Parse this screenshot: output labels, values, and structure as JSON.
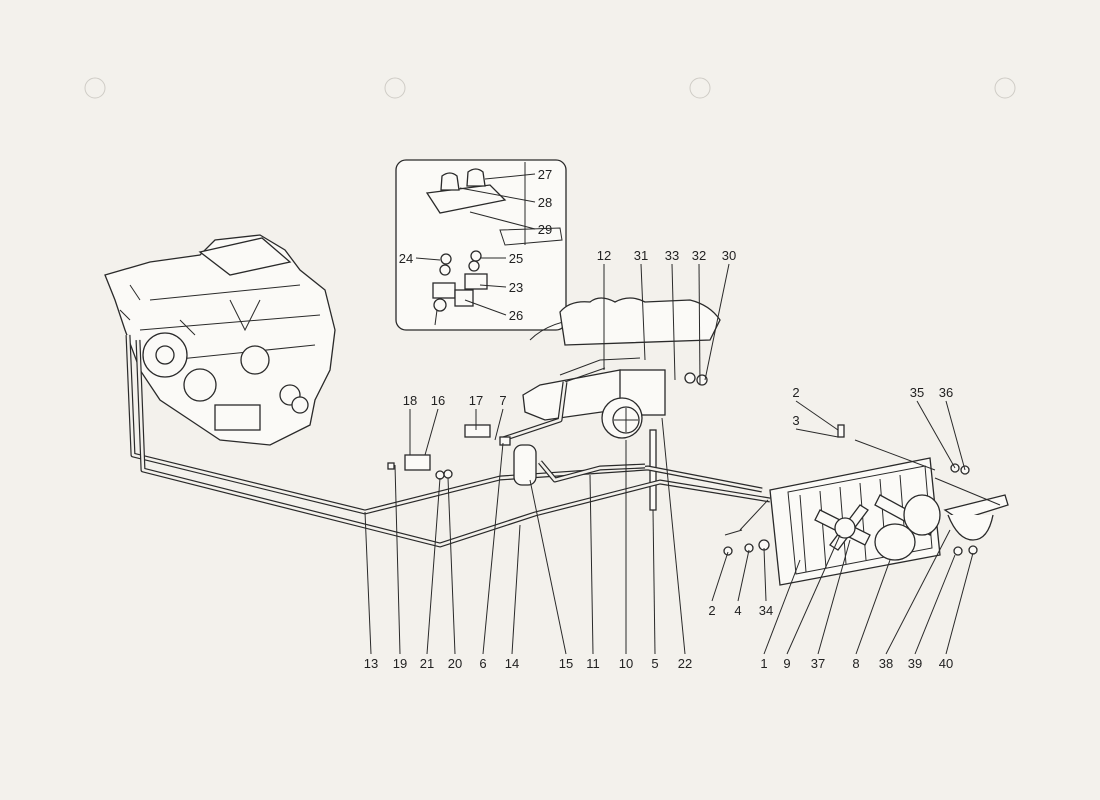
{
  "diagram": {
    "callouts": [
      "27",
      "28",
      "29",
      "24",
      "25",
      "23",
      "26",
      "12",
      "31",
      "33",
      "32",
      "30",
      "18",
      "16",
      "17",
      "7",
      "2",
      "3",
      "35",
      "36",
      "13",
      "19",
      "21",
      "20",
      "6",
      "14",
      "15",
      "11",
      "10",
      "5",
      "22",
      "1",
      "9",
      "37",
      "8",
      "38",
      "39",
      "40",
      "2",
      "4",
      "34"
    ]
  }
}
